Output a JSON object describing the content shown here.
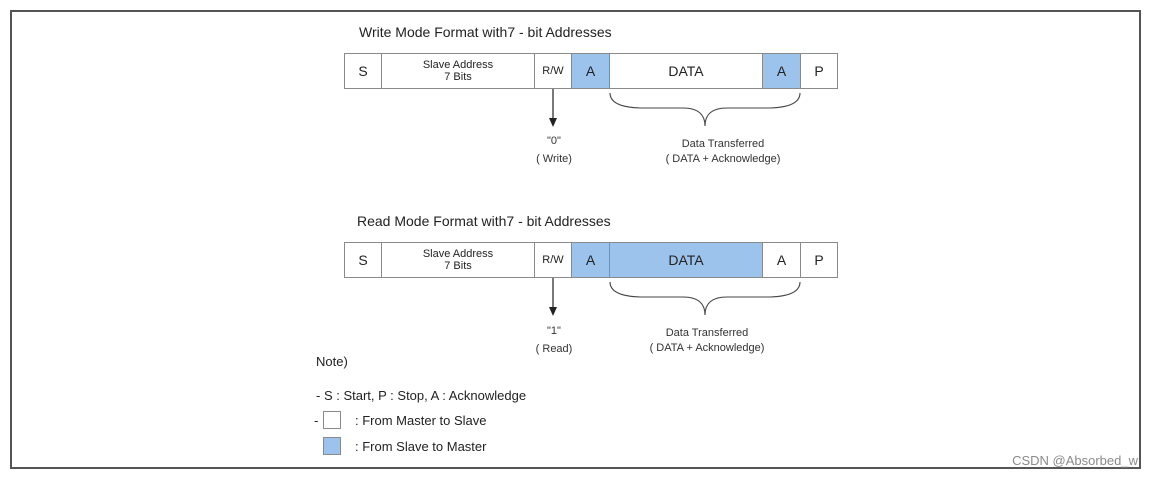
{
  "write": {
    "title": "Write Mode Format with7 - bit Addresses",
    "cells": {
      "s": "S",
      "addr1": "Slave Address",
      "addr2": "7 Bits",
      "rw": "R/W",
      "a1": "A",
      "data": "DATA",
      "a2": "A",
      "p": "P"
    },
    "rw_value": "\"0\"",
    "rw_meaning": "( Write)",
    "transfer1": "Data Transferred",
    "transfer2": "( DATA +  Acknowledge)"
  },
  "read": {
    "title": "Read Mode Format with7 - bit Addresses",
    "cells": {
      "s": "S",
      "addr1": "Slave Address",
      "addr2": "7 Bits",
      "rw": "R/W",
      "a1": "A",
      "data": "DATA",
      "a2": "A",
      "p": "P"
    },
    "rw_value": "\"1\"",
    "rw_meaning": "( Read)",
    "transfer1": "Data Transferred",
    "transfer2": "( DATA +  Acknowledge)"
  },
  "note": {
    "heading": "Note)",
    "definitions": "- S : Start, P : Stop, A :  Acknowledge",
    "legend_prefix": "-",
    "legend_white": ":  From Master to Slave",
    "legend_blue": ":  From Slave to Master"
  },
  "colors": {
    "slave_to_master": "#9cc3ec",
    "master_to_slave": "#ffffff"
  },
  "watermark": "CSDN @Absorbed_w"
}
